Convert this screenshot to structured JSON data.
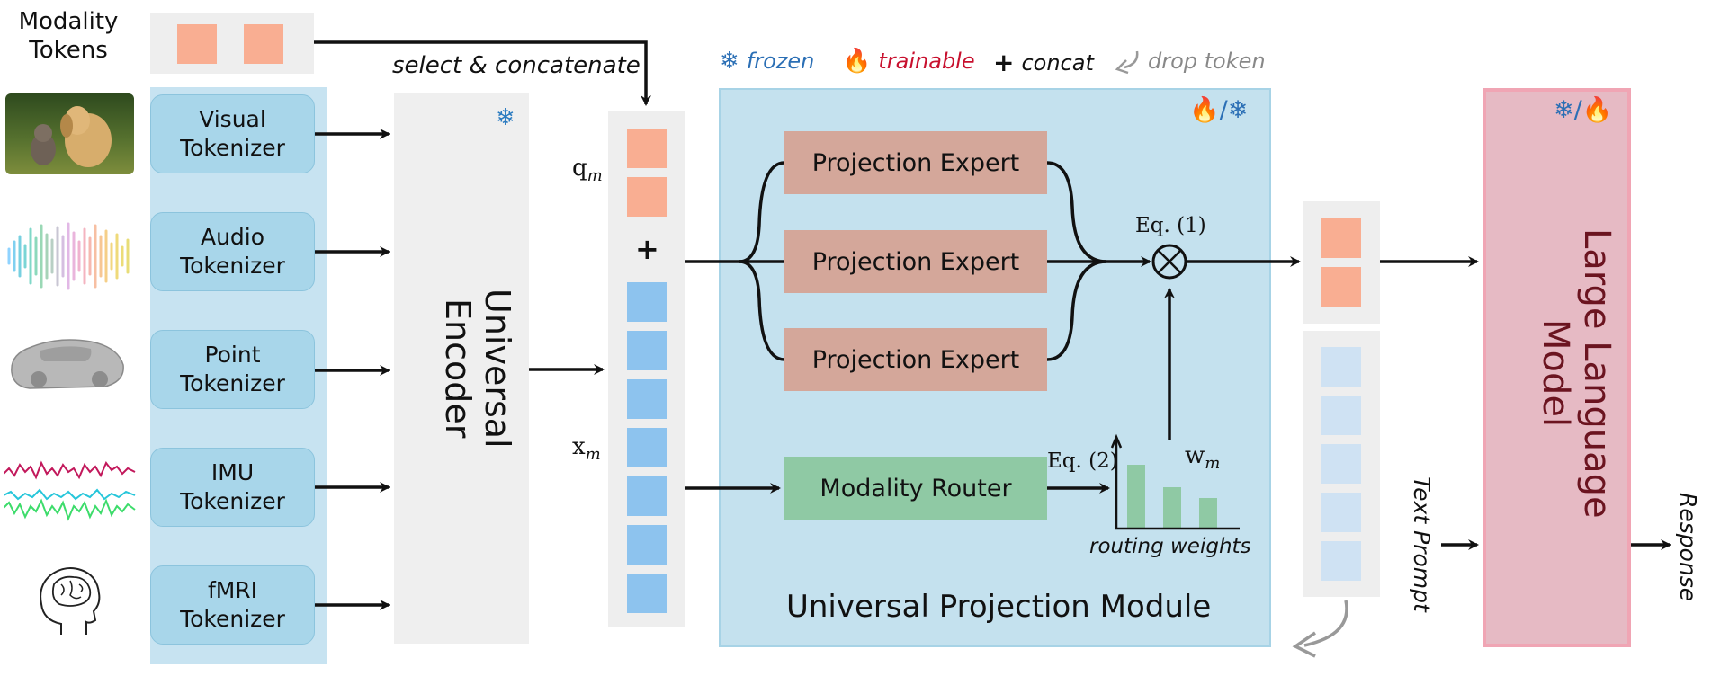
{
  "modality_tokens_label": [
    "Modality",
    "Tokens"
  ],
  "tokenizers": [
    {
      "line1": "Visual",
      "line2": "Tokenizer"
    },
    {
      "line1": "Audio",
      "line2": "Tokenizer"
    },
    {
      "line1": "Point",
      "line2": "Tokenizer"
    },
    {
      "line1": "IMU",
      "line2": "Tokenizer"
    },
    {
      "line1": "fMRI",
      "line2": "Tokenizer"
    }
  ],
  "select_concat_label": "select & concatenate",
  "encoder_label": "Universal Encoder",
  "q_label": "q",
  "q_sub": "m",
  "x_label": "x",
  "x_sub": "m",
  "plus_symbol": "+",
  "legend": {
    "frozen": "frozen",
    "trainable": "trainable",
    "concat_symbol": "+",
    "concat": "concat",
    "drop": "drop token"
  },
  "projection_experts": [
    "Projection Expert",
    "Projection Expert",
    "Projection Expert"
  ],
  "eq1_label": "Eq. (1)",
  "eq2_label": "Eq. (2)",
  "router_label": "Modality Router",
  "w_label": "w",
  "w_sub": "m",
  "routing_weights_label": "routing weights",
  "routing_weights": [
    0.85,
    0.55,
    0.4
  ],
  "upm_label": "Universal Projection Module",
  "llm_label": "Large Language Model",
  "text_prompt_label": "Text Prompt",
  "response_label": "Response",
  "colors": {
    "token_orange": "#f9ae92",
    "token_blue": "#8dc3ee",
    "token_pale_blue": "#cfe2f3",
    "upm_bg": "#c4e1ee",
    "llm_bg": "#e6bac4",
    "router_green": "#8fc9a4",
    "expert_brown": "#d4a79a"
  }
}
